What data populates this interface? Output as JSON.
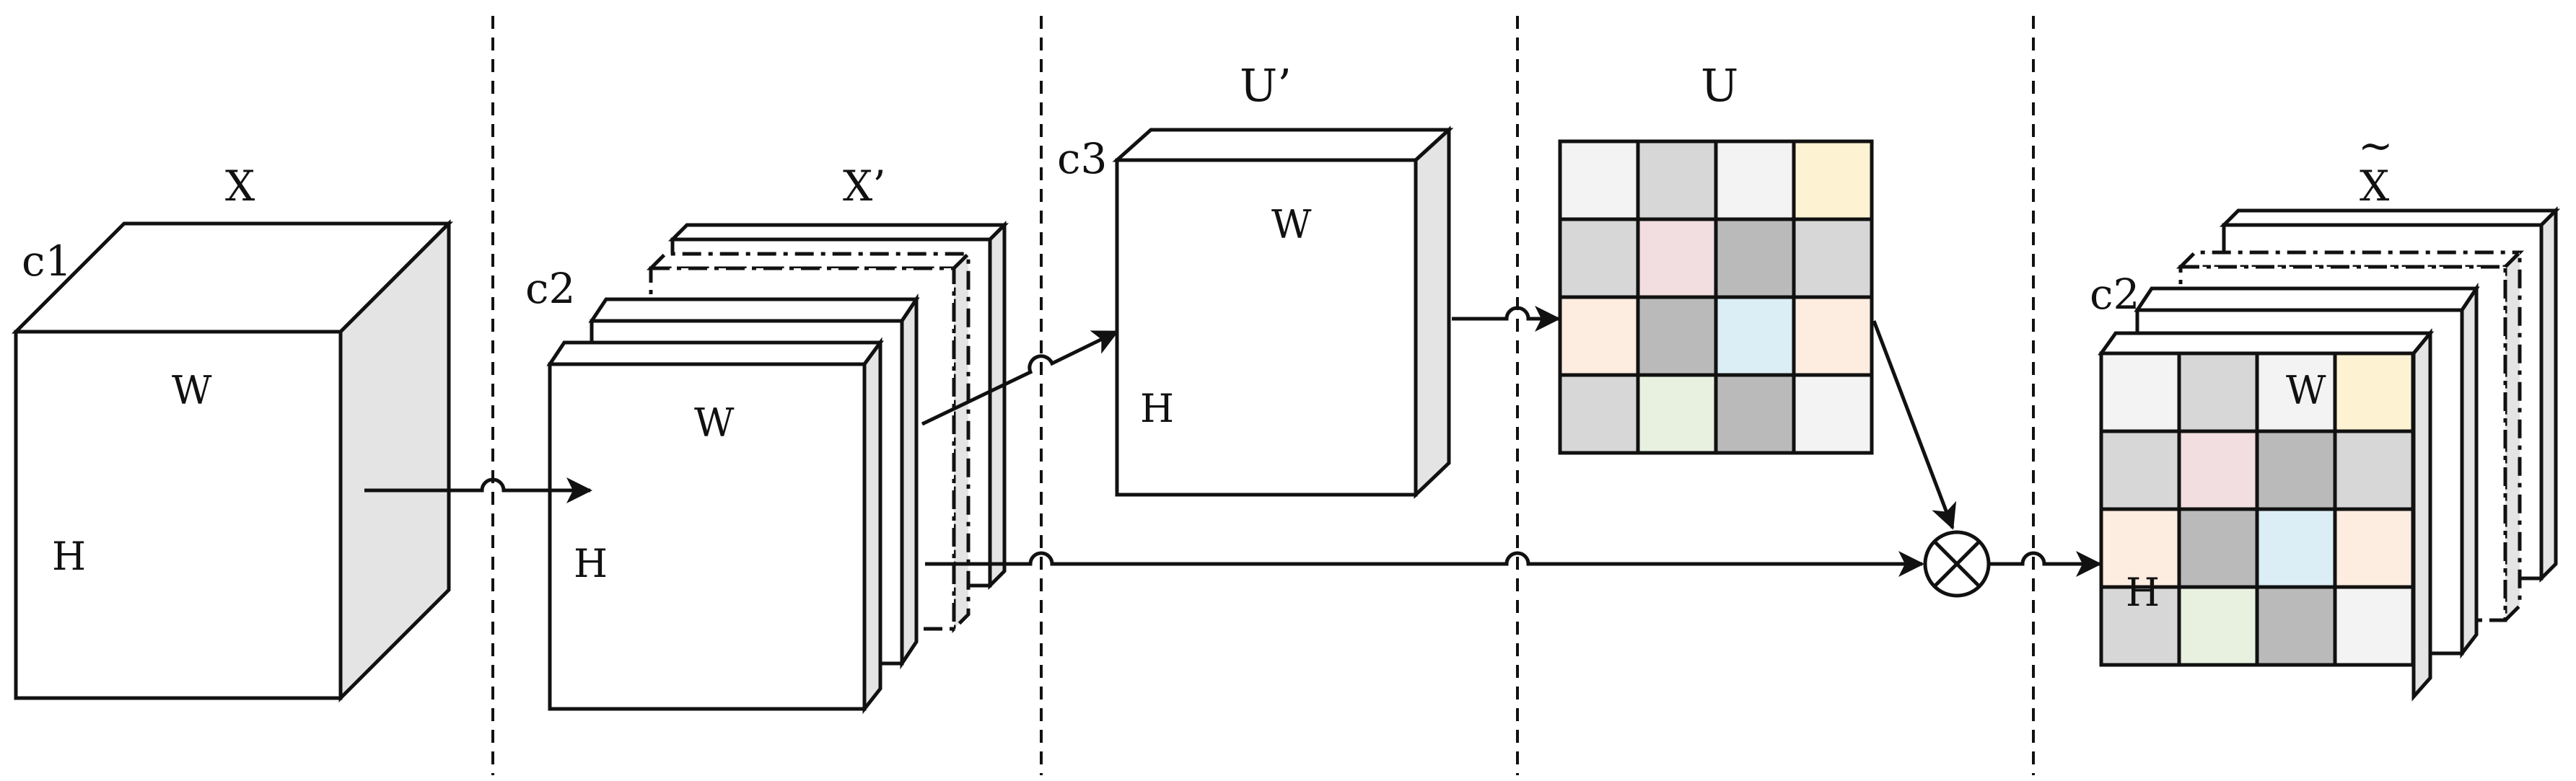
{
  "labels": {
    "x": "X",
    "x_prime": "X’",
    "u_prime": "U’",
    "u": "U",
    "x_tilde": "X",
    "tilde": "~",
    "c1": "c1",
    "c2": "c2",
    "c3": "c3",
    "c2_out": "c2",
    "w": "W",
    "h": "H"
  },
  "grid_colors": [
    [
      "#f2f3f2",
      "#d6d7d6",
      "#f2f3f2",
      "#fdf3d3"
    ],
    [
      "#d6d7d6",
      "#f2dde0",
      "#bbbabb",
      "#d6d7d6"
    ],
    [
      "#fdece0",
      "#bbbabb",
      "#dbedf5",
      "#fdece0"
    ],
    [
      "#d6d7d6",
      "#e8f1e0",
      "#bbbabb",
      "#f2f3f2"
    ]
  ],
  "colors": {
    "stroke": "#111111",
    "side_face": "#e3e4e3",
    "face": "#ffffff"
  }
}
